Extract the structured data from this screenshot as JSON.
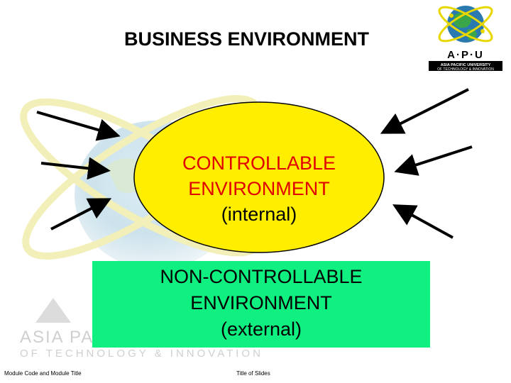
{
  "slide": {
    "title": "BUSINESS ENVIRONMENT",
    "controllable_lines": [
      "CONTROLLABLE",
      "ENVIRONMENT",
      "(internal)"
    ],
    "noncontrollable_lines": [
      "NON-CONTROLLABLE",
      "ENVIRONMENT",
      "(external)"
    ]
  },
  "logo": {
    "letters": "A·P·U",
    "name_line1": "ASIA PACIFIC UNIVERSITY",
    "name_line2": "OF TECHNOLOGY & INNOVATION"
  },
  "watermark": {
    "line1": "ASIA PA",
    "line2": "OF TECHNOLOGY & INNOVATION"
  },
  "footer": {
    "left": "Module Code and Module Title",
    "right": "Title of Slides"
  },
  "colors": {
    "ellipse_fill": "#ffee00",
    "ellipse_text": "#e00000",
    "box_fill": "#0ff080"
  }
}
